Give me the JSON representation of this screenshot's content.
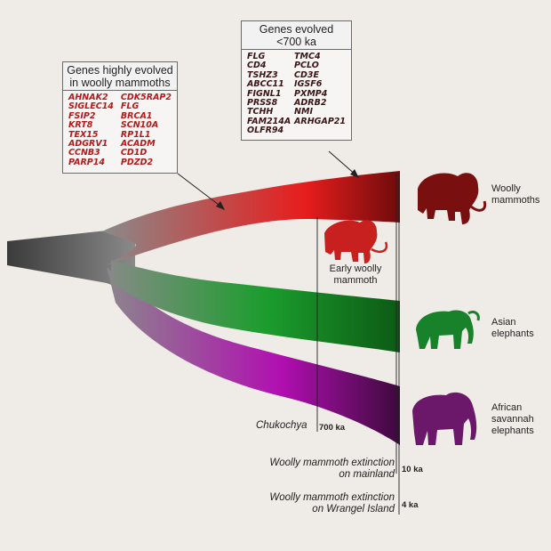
{
  "boxes": {
    "mammoth_genes": {
      "title_line1": "Genes highly evolved",
      "title_line2": "in woolly mammoths",
      "color": "#b51a1a",
      "col1": [
        "AHNAK2",
        "SIGLEC14",
        "FSIP2",
        "KRT8",
        "TEX15",
        "ADGRV1",
        "CCNB3",
        "PARP14"
      ],
      "col2": [
        "CDK5RAP2",
        "FLG",
        "BRCA1",
        "SCN10A",
        "RP1L1",
        "ACADM",
        "CD1D",
        "PDZD2"
      ]
    },
    "recent_genes": {
      "title_line1": "Genes evolved",
      "title_line2": "<700 ka",
      "color": "#3a1515",
      "col1": [
        "FLG",
        "CD4",
        "TSHZ3",
        "ABCC11",
        "FIGNL1",
        "PRSS8",
        "TCHH",
        "FAM214A",
        "OLFR94"
      ],
      "col2": [
        "TMC4",
        "PCLO",
        "CD3E",
        "IGSF6",
        "PXMP4",
        "ADRB2",
        "NMI",
        "ARHGAP21"
      ]
    }
  },
  "lineages": {
    "woolly": {
      "line1": "Woolly",
      "line2": "mammoths",
      "color": "#8b0e0e"
    },
    "asian": {
      "line1": "Asian",
      "line2": "elephants",
      "color": "#17822a"
    },
    "african": {
      "line1": "African",
      "line2": "savannah",
      "line3": "elephants",
      "color": "#7c1a7c"
    }
  },
  "early_woolly": {
    "line1": "Early woolly",
    "line2": "mammoth",
    "color": "#c81f1f"
  },
  "events": {
    "chukochya": {
      "label": "Chukochya",
      "age": "700 ka"
    },
    "mainland": {
      "line1": "Woolly mammoth extinction",
      "line2": "on mainland",
      "age": "10 ka"
    },
    "wrangel": {
      "line1": "Woolly mammoth extinction",
      "line2": "on Wrangel Island",
      "age": "4 ka"
    }
  }
}
